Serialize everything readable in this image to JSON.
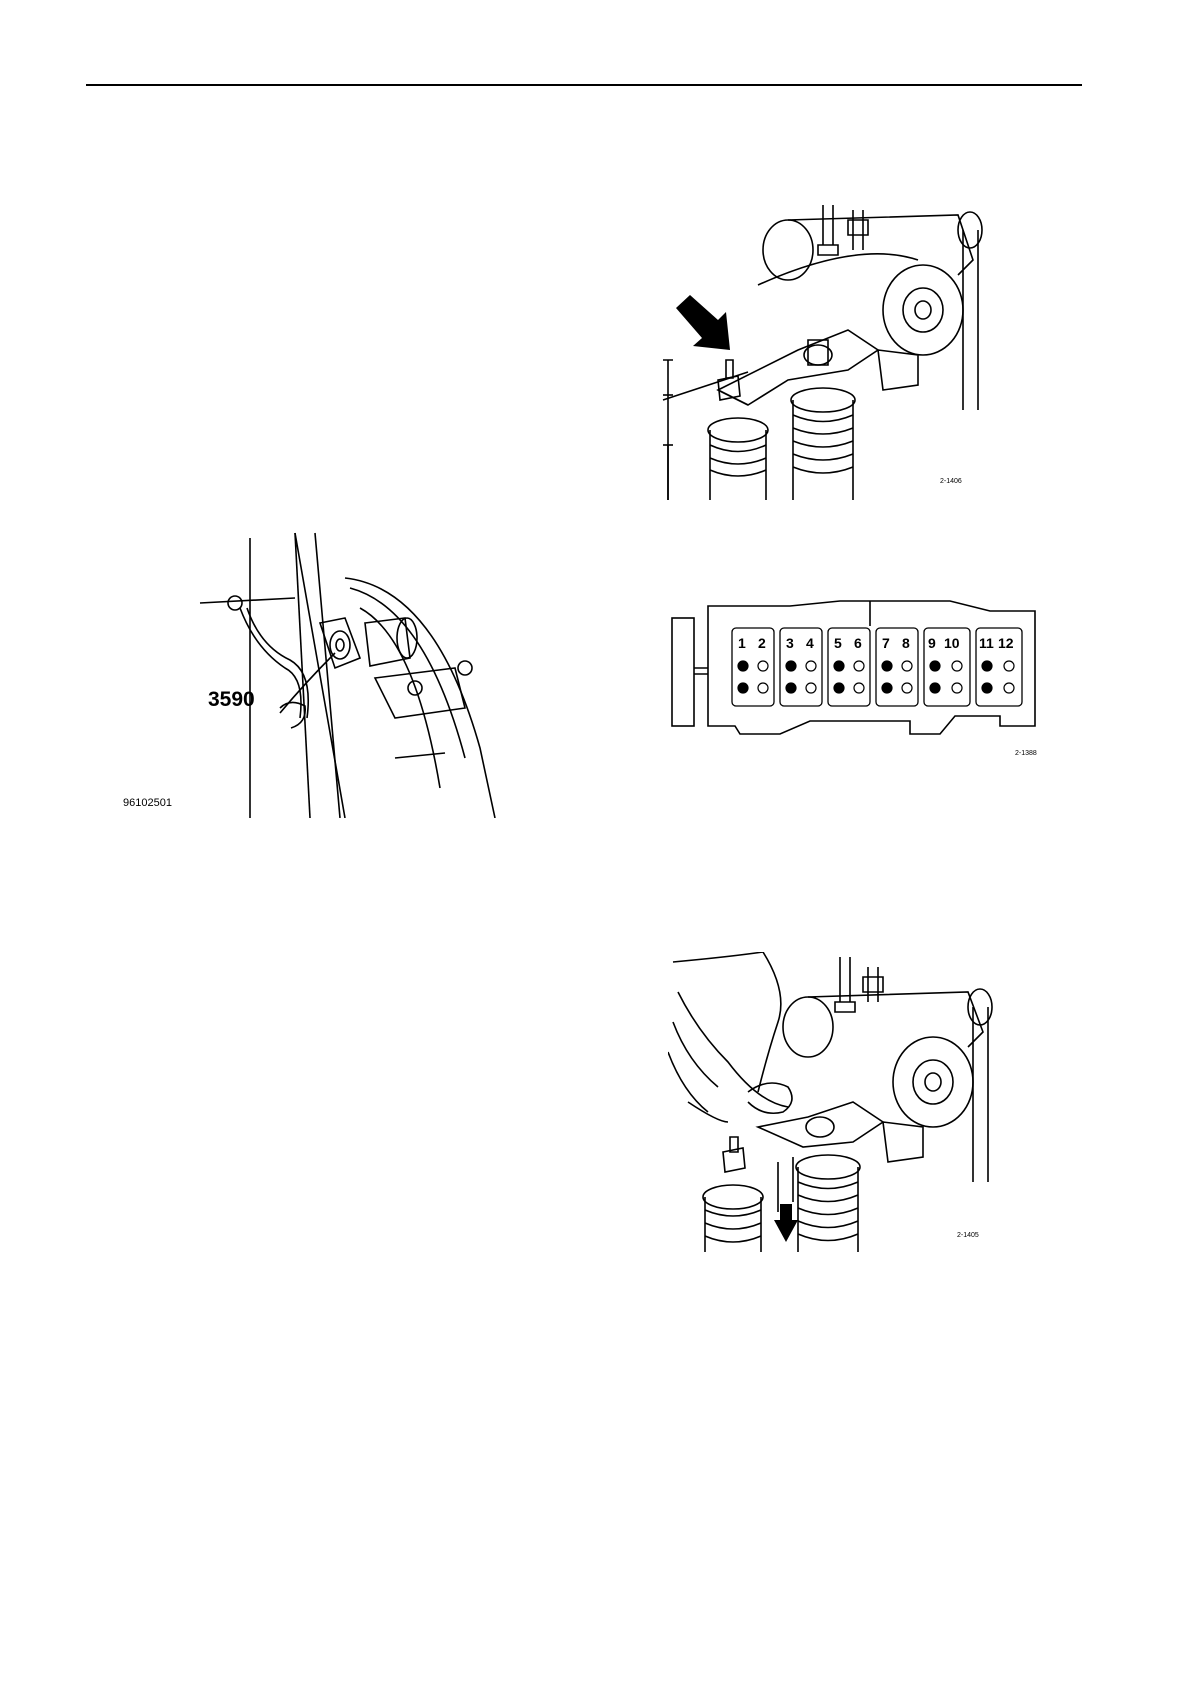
{
  "figures": {
    "engine_side": {
      "callout": "3590",
      "code": "96102501"
    },
    "rocker_feeler": {
      "code": "2-1406"
    },
    "valve_diagram": {
      "code": "2-1388",
      "cylinders": [
        "1",
        "2",
        "3",
        "4",
        "5",
        "6",
        "7",
        "8",
        "9",
        "10",
        "11",
        "12"
      ]
    },
    "rocker_press": {
      "code": "2-1405"
    }
  }
}
